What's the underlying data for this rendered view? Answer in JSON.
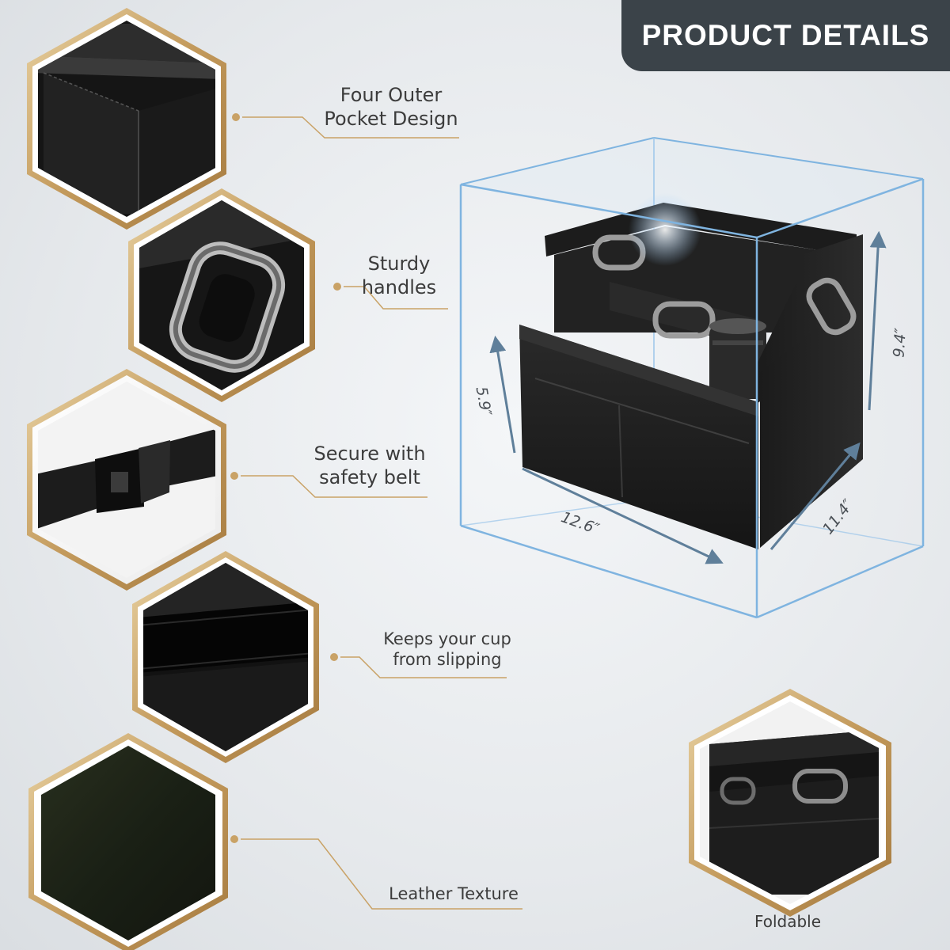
{
  "banner": {
    "title": "PRODUCT DETAILS"
  },
  "features": [
    {
      "id": "pocket",
      "lines": [
        "Four Outer",
        "Pocket Design"
      ],
      "icon": "pocket-closeup-icon"
    },
    {
      "id": "handles",
      "lines": [
        "Sturdy",
        "handles"
      ],
      "icon": "handle-closeup-icon"
    },
    {
      "id": "belt",
      "lines": [
        "Secure with",
        "safety belt"
      ],
      "icon": "buckle-closeup-icon"
    },
    {
      "id": "cup",
      "lines": [
        "Keeps your cup",
        "from slipping"
      ],
      "icon": "elastic-strap-closeup-icon"
    },
    {
      "id": "leather",
      "lines": [
        "Leather Texture"
      ],
      "icon": "leather-texture-icon"
    }
  ],
  "dimensions": {
    "height_front": "5.9″",
    "width": "12.6″",
    "depth": "11.4″",
    "height_back": "9.4″"
  },
  "foldable": {
    "label": "Foldable",
    "icon": "folded-organizer-icon"
  },
  "colors": {
    "gold": "#c9a266",
    "banner": "#3b4349",
    "box_edge": "#7fb4e0",
    "dimension_arrow": "#5f7f9a"
  }
}
